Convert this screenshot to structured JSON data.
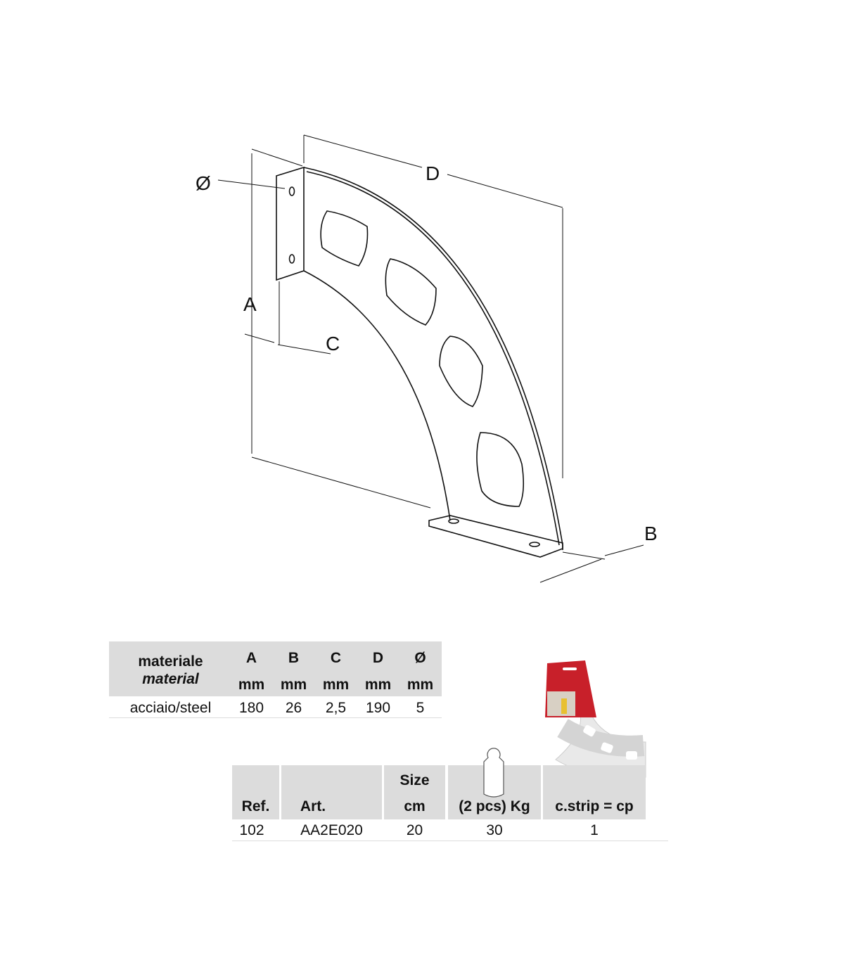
{
  "drawing": {
    "labels": {
      "diameter": "Ø",
      "A": "A",
      "B": "B",
      "C": "C",
      "D": "D"
    }
  },
  "dimensions_table": {
    "header": {
      "material_it": "materiale",
      "material_en": "material",
      "columns": [
        {
          "letter": "A",
          "unit": "mm"
        },
        {
          "letter": "B",
          "unit": "mm"
        },
        {
          "letter": "C",
          "unit": "mm"
        },
        {
          "letter": "D",
          "unit": "mm"
        },
        {
          "letter": "Ø",
          "unit": "mm"
        }
      ]
    },
    "row": {
      "material": "acciaio/steel",
      "values": [
        "180",
        "26",
        "2,5",
        "190",
        "5"
      ]
    }
  },
  "product_table": {
    "header": {
      "ref": "Ref.",
      "art": "Art.",
      "size_top": "Size",
      "size_unit": "cm",
      "load": "(2 pcs) Kg",
      "pack": "c.strip = cp"
    },
    "row": {
      "ref": "102",
      "art": "AA2E020",
      "size": "20",
      "load": "30",
      "pack": "1"
    }
  },
  "colors": {
    "header_bg": "#dcdcdc",
    "package_red": "#c8202a"
  }
}
